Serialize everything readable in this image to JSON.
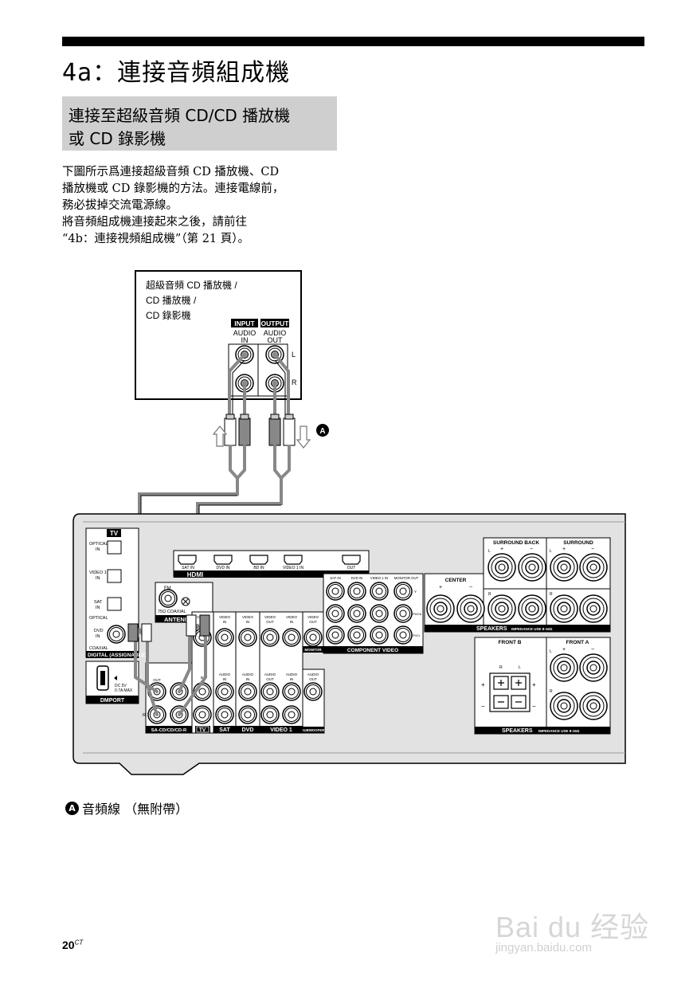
{
  "section_title": "4a：連接音頻組成機",
  "subsection": {
    "line1": "連接至超級音頻 CD/CD 播放機",
    "line2": "或 CD 錄影機"
  },
  "paragraph": [
    "下圖所示爲連接超級音頻 CD 播放機、CD",
    "播放機或 CD 錄影機的方法。連接電線前，",
    "務必拔掉交流電源線。",
    "將音頻組成機連接起來之後，請前往",
    "“4b：連接視頻組成機”（第 21 頁）。"
  ],
  "figure": {
    "device_label": [
      "超級音頻 CD 播放機 /",
      "CD 播放機 /",
      "CD 錄影機"
    ],
    "input_header": "INPUT",
    "output_header": "OUTPUT",
    "audio_in": [
      "AUDIO",
      "IN"
    ],
    "audio_out": [
      "AUDIO",
      "OUT"
    ],
    "channel_l": "L",
    "channel_r": "R",
    "callout": "A",
    "receiver": {
      "tv": "TV",
      "optical_in": [
        "OPTICAL",
        "IN"
      ],
      "video1_in": [
        "VIDEO 1",
        "IN"
      ],
      "sat_in": [
        "SAT",
        "IN"
      ],
      "optical": "OPTICAL",
      "dvd_in": [
        "DVD",
        "IN"
      ],
      "coaxial": "COAXIAL",
      "digital": "DIGITAL (ASSIGNABLE)",
      "dmport": "DMPORT",
      "dc": [
        "DC 5V",
        "0.7A MAX"
      ],
      "hdmi": "HDMI",
      "hdmi_ports": [
        "SAT IN",
        "DVD IN",
        "BD IN",
        "VIDEO 1 IN",
        "OUT"
      ],
      "fm": "FM",
      "fm_coax": "75Ω COAXIAL",
      "antenna": "ANTENNA",
      "video_in": [
        "VIDEO",
        "IN"
      ],
      "video_out": [
        "VIDEO",
        "OUT"
      ],
      "audio_in": [
        "AUDIO",
        "IN"
      ],
      "audio_out": [
        "AUDIO",
        "OUT"
      ],
      "monitor": "MONITOR",
      "subwoofer": "SUBWOOFER",
      "sacd": "SA-CD/CD/CD-R",
      "sat": "SAT",
      "dvd": "DVD",
      "video1": "VIDEO 1",
      "comp_top": [
        "SAT IN",
        "DVD IN",
        "VIDEO 1 IN",
        "MONITOR OUT"
      ],
      "comp_side": [
        "Y",
        "Pb/Cb",
        "Pr/Cr"
      ],
      "component_video": "COMPONENT VIDEO",
      "center": "CENTER",
      "plus": "+",
      "minus": "−",
      "surround_back": "SURROUND BACK",
      "surround": "SURROUND",
      "speakers": "SPEAKERS",
      "impedance": "IMPEDANCE USE 8-16Ω",
      "front_b": "FRONT B",
      "front_a": "FRONT A",
      "out": "OUT",
      "in": "IN"
    }
  },
  "caption": {
    "badge": "A",
    "text": "音頻線 （無附帶）"
  },
  "page_number": "20",
  "page_suffix": "CT",
  "watermark": {
    "line1": "Bai du 经验",
    "line2": "jingyan.baidu.com"
  }
}
